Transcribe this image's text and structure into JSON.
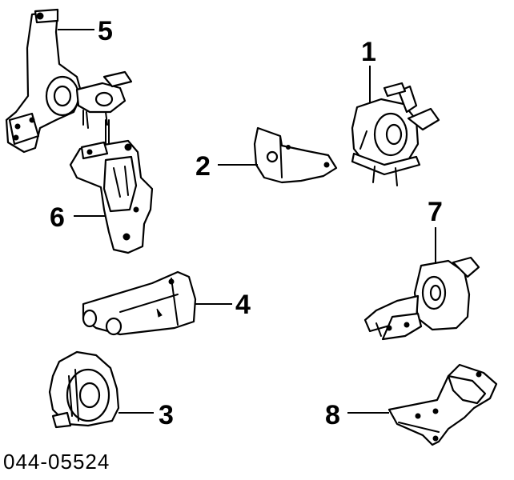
{
  "labels": {
    "part_1": "1",
    "part_2": "2",
    "part_3": "3",
    "part_4": "4",
    "part_5": "5",
    "part_6": "6",
    "part_7": "7",
    "part_8": "8"
  },
  "reference_code": "044-05524"
}
